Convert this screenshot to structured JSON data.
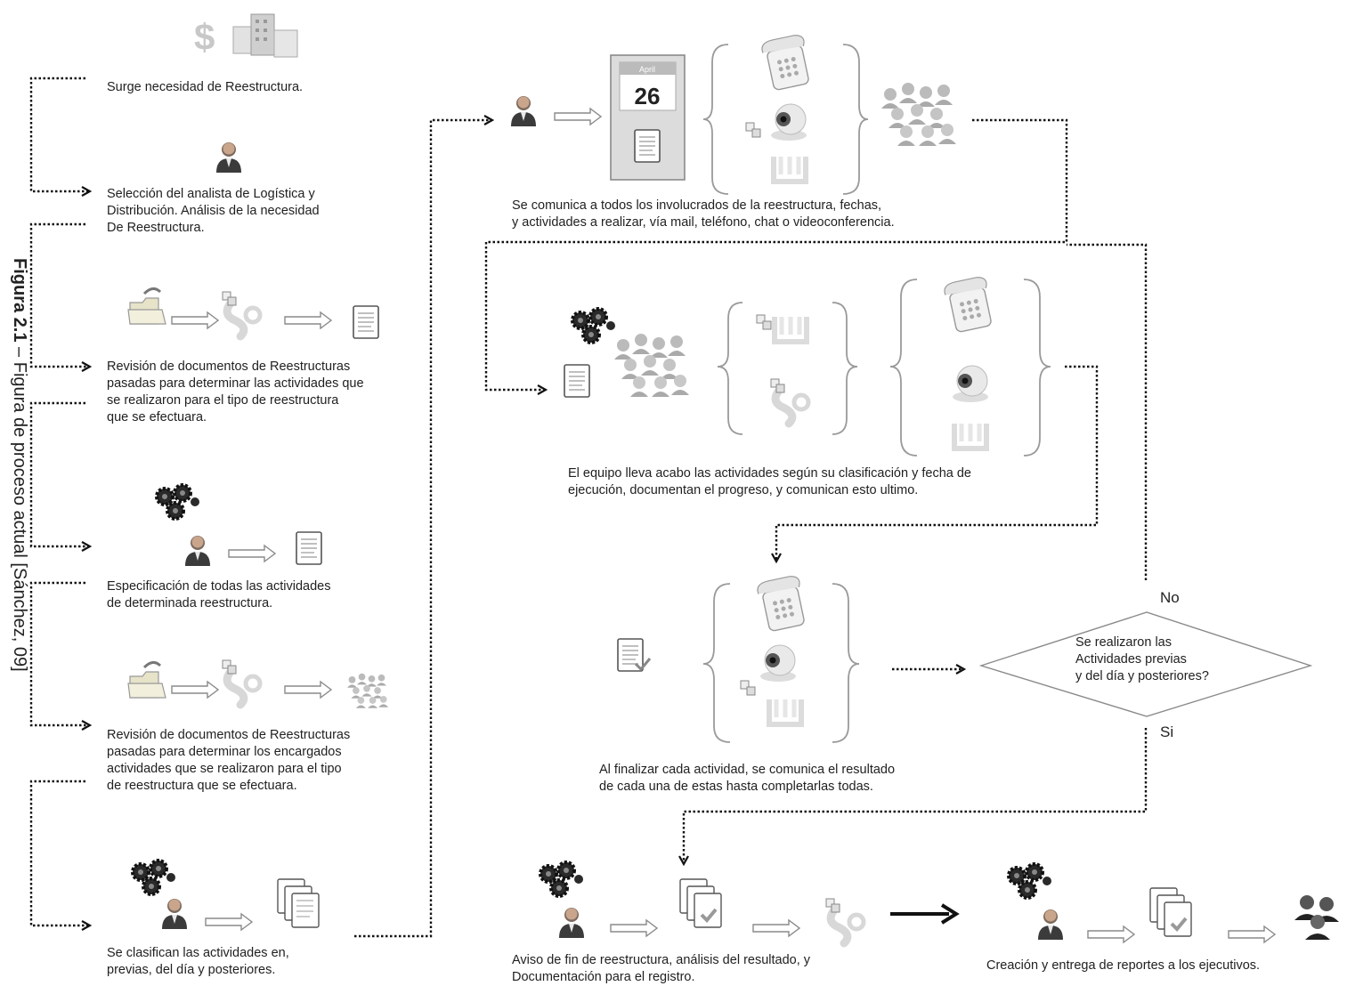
{
  "figure": {
    "number": "Figura 2.1",
    "separator": "–",
    "title": "Figura de proceso actual [Sánchez, 09]"
  },
  "left_steps": [
    {
      "text": "Surge necesidad de Reestructura."
    },
    {
      "text": "Selección del analista de Logística y\nDistribución.  Análisis de la necesidad\nDe Reestructura."
    },
    {
      "text": "Revisión de documentos de Reestructuras\npasadas para determinar las actividades que\nse realizaron para el tipo de reestructura\nque se efectuara."
    },
    {
      "text": "Especificación de todas las actividades\nde determinada reestructura."
    },
    {
      "text": "Revisión de documentos de Reestructuras\npasadas para determinar los encargados\nactividades que se realizaron para el tipo\nde reestructura que se efectuara."
    },
    {
      "text": "Se clasifican las actividades en,\nprevias, del día y posteriores."
    }
  ],
  "right_steps": [
    {
      "text": "Se comunica a todos los involucrados de la reestructura, fechas,\ny actividades a realizar, vía mail, teléfono, chat o videoconferencia."
    },
    {
      "text": "El equipo lleva acabo las actividades según su clasificación y fecha de\nejecución, documentan el progreso, y comunican esto ultimo."
    },
    {
      "text": "Al finalizar cada actividad, se comunica el resultado\nde cada una de estas hasta completarlas todas."
    },
    {
      "text": "Aviso de fin de reestructura, análisis del resultado, y\nDocumentación para el registro."
    },
    {
      "text": "Creación y entrega de reportes a los ejecutivos."
    }
  ],
  "decision": {
    "text": "Se realizaron las\nActividades previas\ny del día y posteriores?",
    "no_label": "No",
    "yes_label": "Si"
  },
  "calendar": {
    "month": "April",
    "day": "26"
  },
  "icons": [
    "dollar-building-icon",
    "person-icon",
    "folder-icon",
    "chat-icon",
    "document-icon",
    "gears-icon",
    "team-icon",
    "calendar-icon",
    "phone-icon",
    "webcam-icon",
    "mail-icon",
    "documents-check-icon",
    "executives-icon",
    "arrow-icon"
  ]
}
